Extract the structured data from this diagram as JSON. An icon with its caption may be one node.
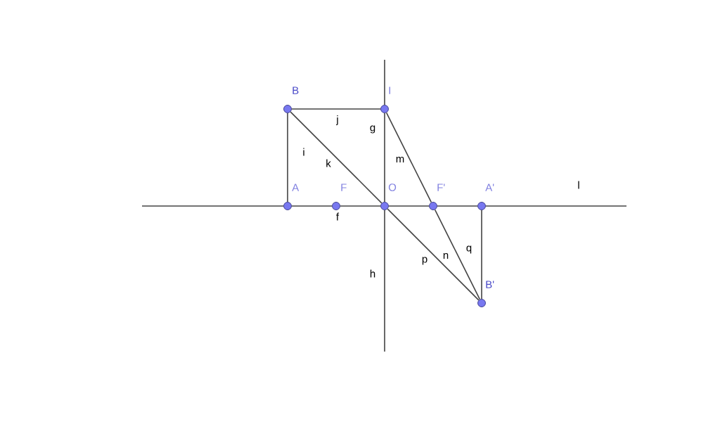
{
  "diagram": {
    "nodes": [
      {
        "text": [
          "B"
        ]
      },
      {
        "text": [
          "I"
        ]
      },
      {
        "text": [
          "A"
        ]
      },
      {
        "text": [
          "F"
        ]
      },
      {
        "text": [
          "O"
        ]
      },
      {
        "text": [
          "F'"
        ]
      },
      {
        "text": [
          "A'"
        ]
      },
      {
        "text": [
          "B'"
        ]
      }
    ],
    "edges": [
      {
        "from": 0,
        "to": 1,
        "arrow": "none",
        "label": "j"
      },
      {
        "from": 2,
        "to": 0,
        "arrow": "none",
        "label": "i"
      },
      {
        "from": 0,
        "to": 4,
        "arrow": "none",
        "label": "k"
      },
      {
        "from": 1,
        "to": 4,
        "arrow": "none",
        "label": "g"
      },
      {
        "from": 1,
        "to": 5,
        "arrow": "none",
        "label": "m"
      },
      {
        "from": 4,
        "to": 7,
        "arrow": "none",
        "label": "p"
      },
      {
        "from": 5,
        "to": 7,
        "arrow": "none",
        "label": "n"
      },
      {
        "from": 6,
        "to": 7,
        "arrow": "none",
        "label": "q"
      },
      {
        "from": 2,
        "to": 3,
        "arrow": "none"
      },
      {
        "from": 3,
        "to": 4,
        "arrow": "none"
      },
      {
        "from": 4,
        "to": 5,
        "arrow": "none"
      },
      {
        "from": 5,
        "to": 6,
        "arrow": "none"
      },
      {
        "from": 2,
        "to": null,
        "arrow": "none"
      },
      {
        "from": 6,
        "to": null,
        "arrow": "none",
        "label": "l"
      },
      {
        "from": 1,
        "to": null,
        "arrow": "none"
      },
      {
        "from": 4,
        "to": null,
        "arrow": "none",
        "label": "h"
      }
    ],
    "labels": [
      "f"
    ]
  }
}
